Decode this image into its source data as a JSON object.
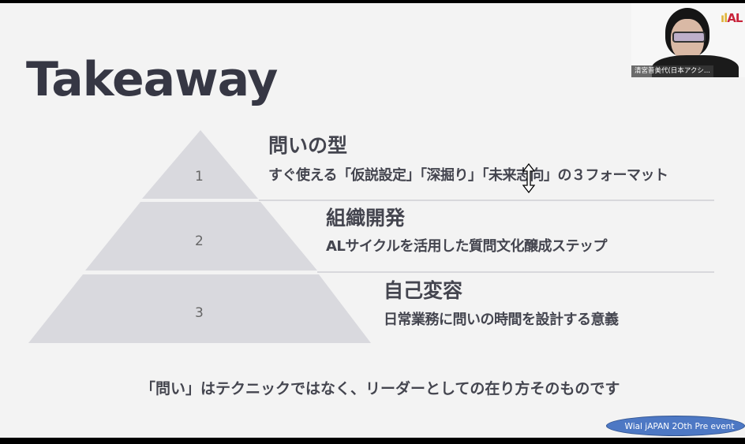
{
  "slide": {
    "title": "Takeaway",
    "tiers": [
      {
        "number": "1",
        "heading": "問いの型",
        "description": "すぐ使える「仮説設定」「深掘り」「未来志向」の３フォーマット"
      },
      {
        "number": "2",
        "heading": "組織開発",
        "description": "ALサイクルを活用した質問文化醸成ステップ"
      },
      {
        "number": "3",
        "heading": "自己変容",
        "description": "日常業務に問いの時間を設計する意義"
      }
    ],
    "footer": "「問い」はテクニックではなく、リーダーとしての在り方そのものです",
    "event_badge": "Wial jAPAN 2Oth Pre event"
  },
  "video": {
    "participant_name": "清宮普美代(日本アクシ...",
    "logo_text": "AL"
  },
  "colors": {
    "pyramid": "#d9d9de",
    "badge": "#4d78c4",
    "text": "#44454f"
  }
}
